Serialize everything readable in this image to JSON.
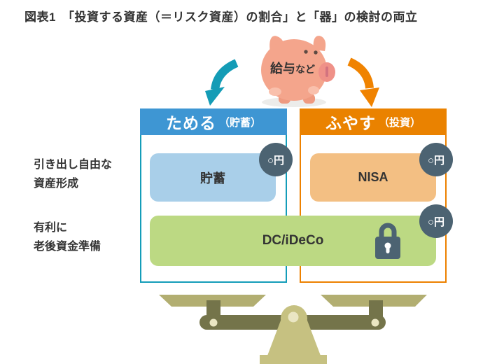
{
  "figure": {
    "title": "図表1　「投資する資産（＝リスク資産）の割合」と「器」の検討の両立"
  },
  "piggy": {
    "label_main": "給与",
    "label_suffix": "など"
  },
  "columns": {
    "save": {
      "title": "ためる",
      "subtitle": "（貯蓄）"
    },
    "grow": {
      "title": "ふやす",
      "subtitle": "（投資）"
    }
  },
  "row_labels": {
    "withdraw_free": {
      "line1": "引き出し自由な",
      "line2": "資産形成"
    },
    "retirement": {
      "line1": "有利に",
      "line2": "老後資金準備"
    }
  },
  "boxes": {
    "savings": {
      "label": "貯蓄",
      "badge": "○円"
    },
    "nisa": {
      "label": "NISA",
      "badge": "○円"
    },
    "dc_ideco": {
      "label": "DC/iDeCo",
      "badge": "○円"
    }
  },
  "colors": {
    "save_header": "#3e96d3",
    "save_border": "#149db9",
    "grow_header": "#ea8200",
    "grow_border": "#ed8100",
    "savings_box": "#a9cfe9",
    "nisa_box": "#f3bf83",
    "dc_box": "#bcd983",
    "badge": "#4c6372",
    "lock": "#4c6372",
    "arrow_left": "#149cb6",
    "arrow_right": "#f08300",
    "pig_body": "#f4a58c",
    "scale_light": "#c6c181",
    "scale_pan": "#b2ae71",
    "scale_dark": "#74744a",
    "text": "#333333"
  }
}
